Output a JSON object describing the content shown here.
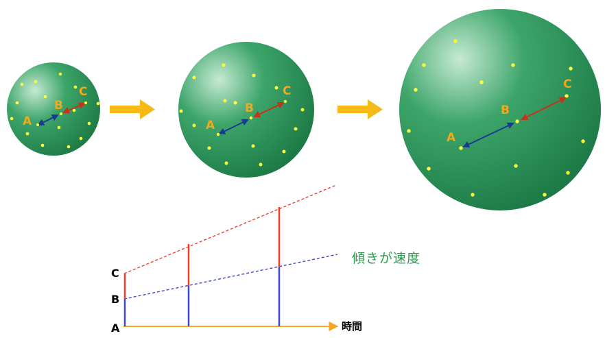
{
  "points": {
    "a": "A",
    "b": "B",
    "c": "C"
  },
  "graph": {
    "y_labels": {
      "c": "C",
      "b": "B",
      "a": "A"
    },
    "slope_label": "傾きが速度",
    "x_label": "時間"
  },
  "colors": {
    "sphere_light": "#c6ead2",
    "sphere_mid": "#3da56a",
    "sphere_dark": "#1d7a46",
    "star": "#ffff3a",
    "label": "#f2a81d",
    "arrow_blue": "#1b3a8f",
    "arrow_red": "#c4341b",
    "progress_arrow": "#f6b918",
    "line_red": "#f03c2a",
    "line_blue": "#3a48c9",
    "axis_orange": "#f6a623",
    "slope_text": "#2a9a4a"
  }
}
